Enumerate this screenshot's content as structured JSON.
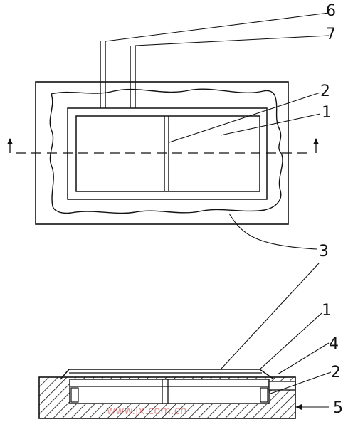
{
  "labels": {
    "l1_top": "1",
    "l2_top": "2",
    "l3": "3",
    "l6": "6",
    "l7": "7",
    "l1_bottom": "1",
    "l2_bottom": "2",
    "l4": "4",
    "l5": "5"
  },
  "watermark": "www.jx.com.cn"
}
